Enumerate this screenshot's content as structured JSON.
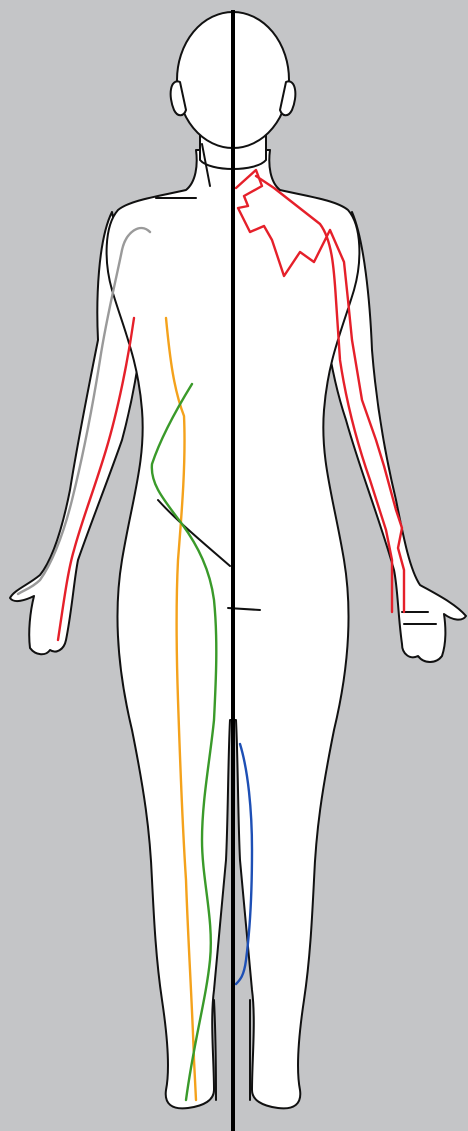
{
  "diagram": {
    "background_color": "#c4c5c7",
    "figure_fill": "#ffffff",
    "outline_color": "#111111",
    "midline_color": "#000000",
    "pathways": [
      {
        "id": "red-left-arm",
        "color": "#e5202a"
      },
      {
        "id": "red-right-back",
        "color": "#e5202a"
      },
      {
        "id": "gray-shoulder",
        "color": "#9a9a9a"
      },
      {
        "id": "orange-side",
        "color": "#f4a21c"
      },
      {
        "id": "green-side",
        "color": "#3a9a2a"
      },
      {
        "id": "blue-leg",
        "color": "#1d4fb5"
      }
    ]
  }
}
